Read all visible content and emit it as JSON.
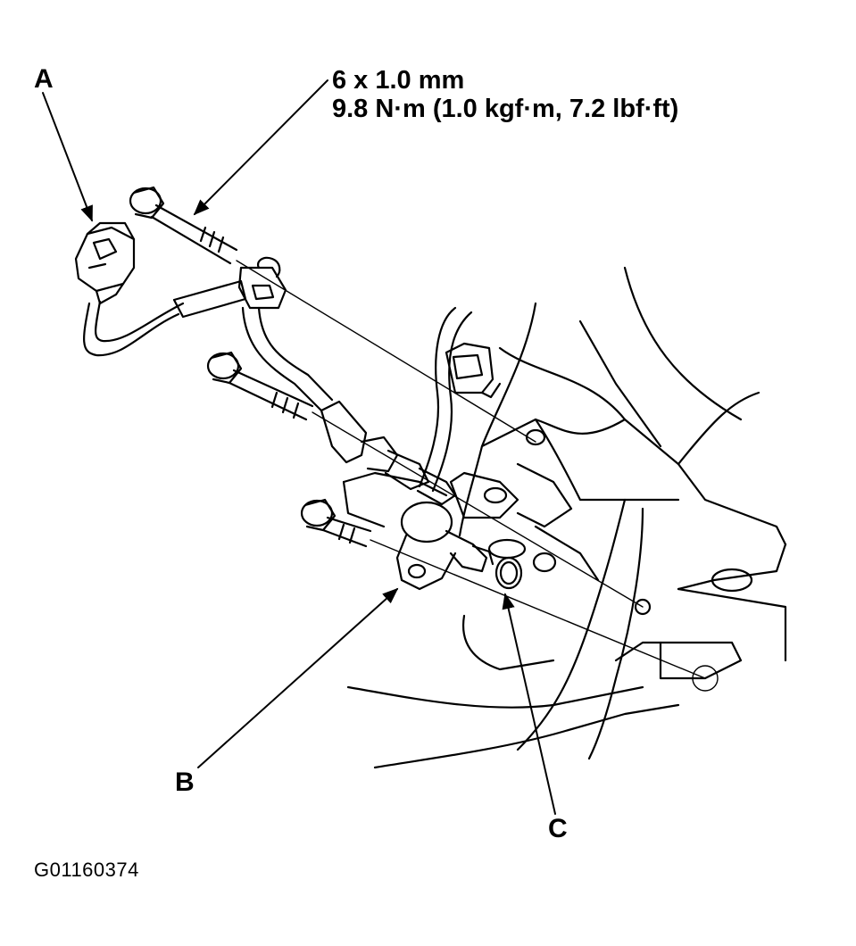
{
  "callouts": {
    "a": "A",
    "b": "B",
    "c": "C"
  },
  "bolt_spec": {
    "size": "6 x 1.0 mm",
    "torque": "9.8 N·m (1.0 kgf·m, 7.2 lbf·ft)"
  },
  "figure_id": "G01160374",
  "colors": {
    "line": "#000000",
    "background": "#ffffff"
  }
}
